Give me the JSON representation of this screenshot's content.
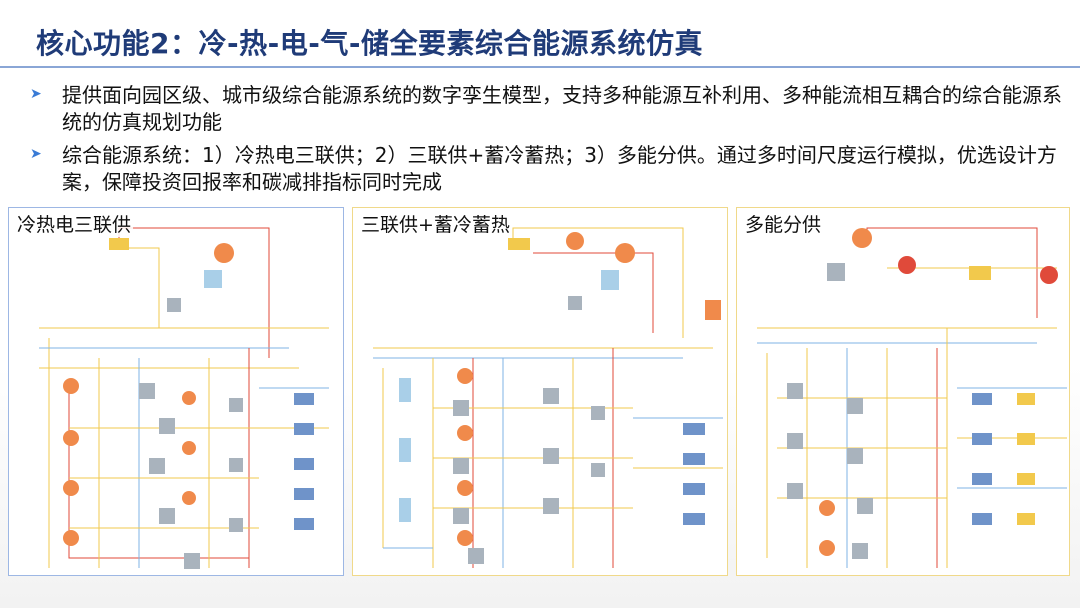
{
  "header": {
    "title": "核心功能2：冷-热-电-气-储全要素综合能源系统仿真"
  },
  "bullets": [
    {
      "icon": "chevron-right-icon",
      "text": "提供面向园区级、城市级综合能源系统的数字孪生模型，支持多种能源互补利用、多种能流相互耦合的综合能源系统的仿真规划功能"
    },
    {
      "icon": "chevron-right-icon",
      "text": "综合能源系统：1）冷热电三联供；2）三联供+蓄冷蓄热；3）多能分供。通过多时间尺度运行模拟，优选设计方案，保障投资回报率和碳减排指标同时完成"
    }
  ],
  "panels": [
    {
      "label": "冷热电三联供"
    },
    {
      "label": "三联供+蓄冷蓄热"
    },
    {
      "label": "多能分供"
    }
  ],
  "colors": {
    "title": "#1f3b78",
    "accent": "#3a7bd5",
    "line_yellow": "#f2c94c",
    "line_red": "#e04a3a",
    "line_blue": "#7fb3e6",
    "component_orange": "#f08a4b",
    "component_gray": "#a9b3bd"
  }
}
